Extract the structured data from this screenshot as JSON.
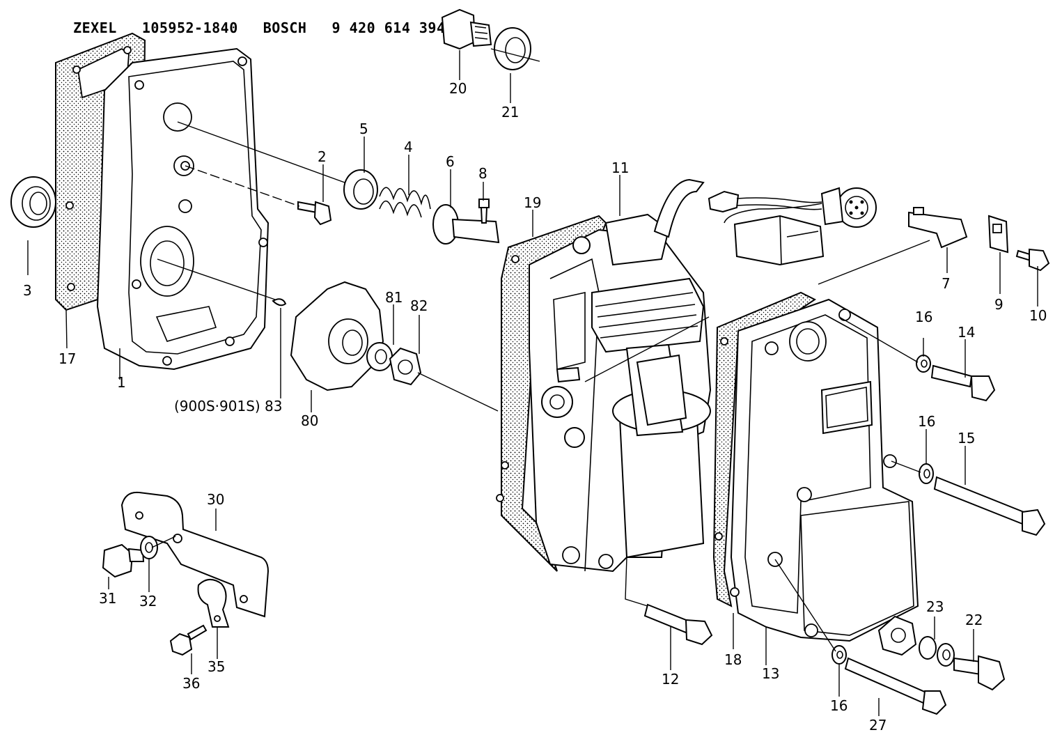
{
  "header": {
    "brand1": "ZEXEL",
    "part_no1": "105952-1840",
    "brand2": "BOSCH",
    "part_no2": "9 420 614 394"
  },
  "callouts": {
    "c1": "1",
    "c2": "2",
    "c3": "3",
    "c4": "4",
    "c5": "5",
    "c6": "6",
    "c7": "7",
    "c8": "8",
    "c9": "9",
    "c10": "10",
    "c11": "11",
    "c12": "12",
    "c13": "13",
    "c14": "14",
    "c15": "15",
    "c16a": "16",
    "c16b": "16",
    "c16c": "16",
    "c17": "17",
    "c18": "18",
    "c19": "19",
    "c20": "20",
    "c21": "21",
    "c22": "22",
    "c23": "23",
    "c27": "27",
    "c30": "30",
    "c31": "31",
    "c32": "32",
    "c35": "35",
    "c36": "36",
    "c80": "80",
    "c81": "81",
    "c82": "82",
    "c83": "(900S·901S) 83"
  }
}
